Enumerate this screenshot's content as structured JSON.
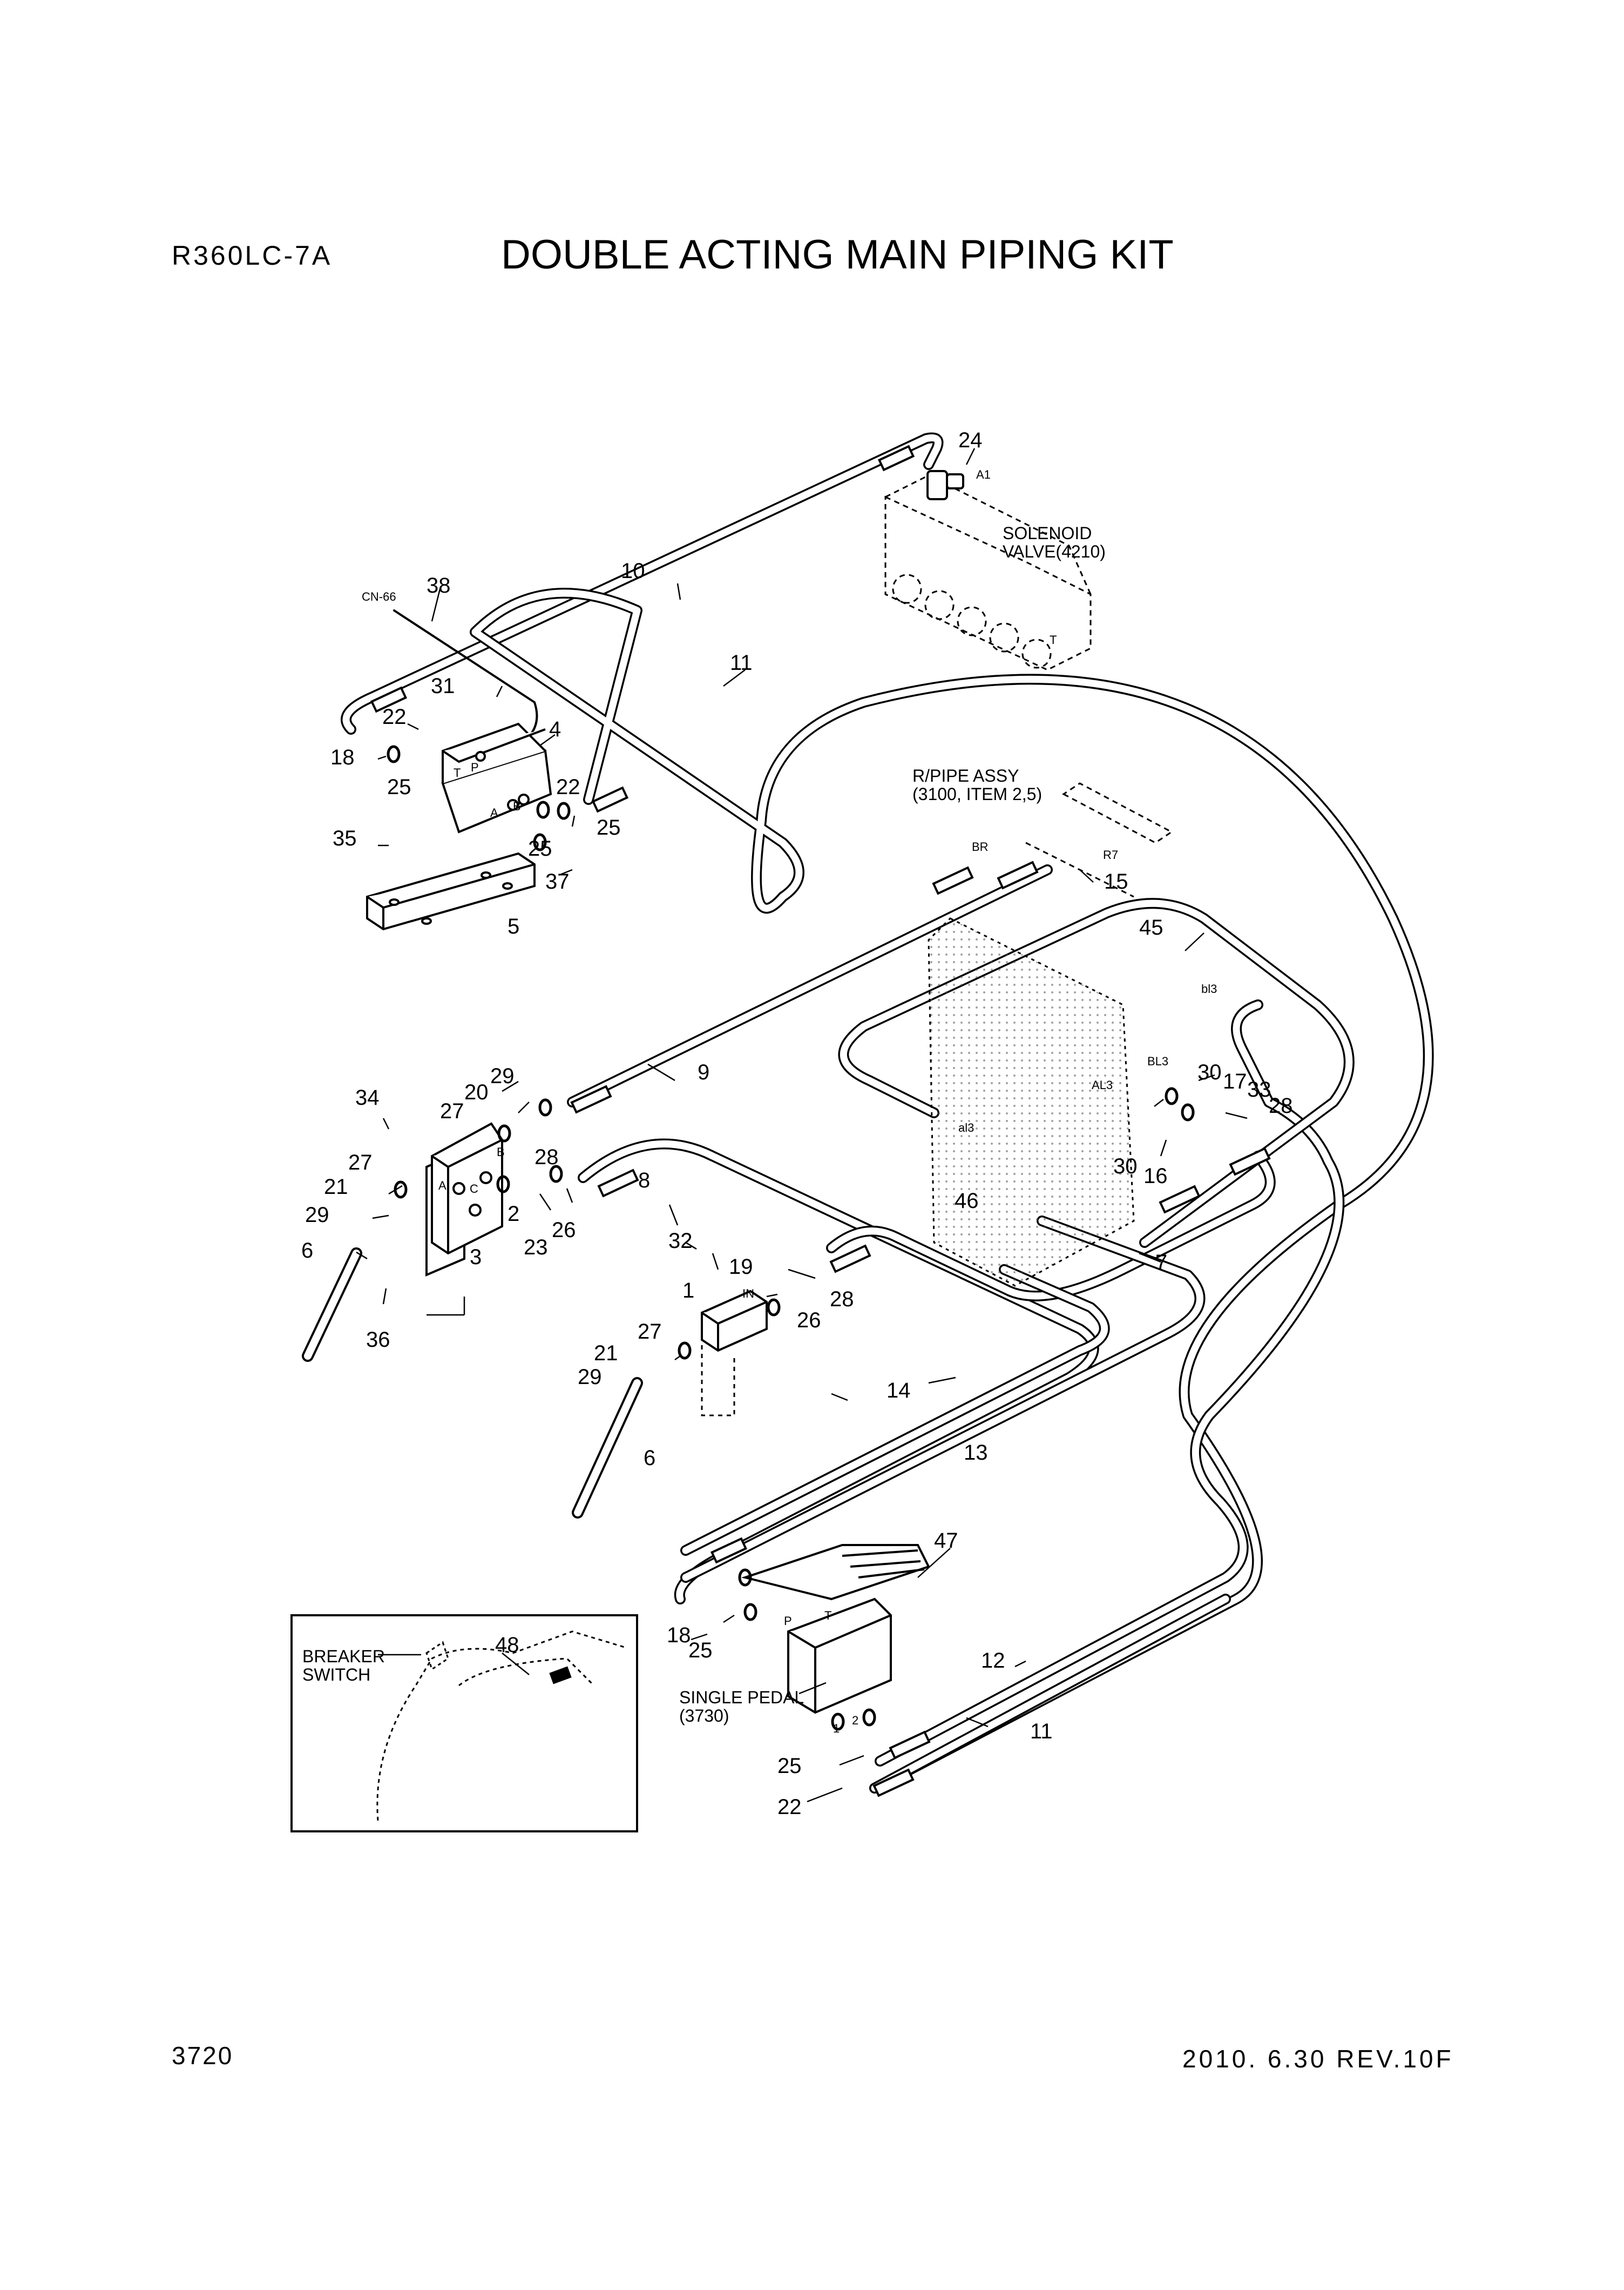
{
  "header": {
    "model": "R360LC-7A",
    "title": "DOUBLE ACTING MAIN PIPING KIT"
  },
  "footer": {
    "page_number": "3720",
    "revision": "2010. 6.30  REV.10F"
  },
  "labels": {
    "solenoid_valve": [
      "SOLENOID",
      "VALVE(4210)"
    ],
    "r_pipe_assy": [
      "R/PIPE ASSY",
      "(3100, ITEM 2,5)"
    ],
    "single_pedal": [
      "SINGLE PEDAL",
      "(3730)"
    ],
    "breaker_switch": [
      "BREAKER",
      "SWITCH"
    ],
    "cn66": "CN-66"
  },
  "port_marks": {
    "a1": "A1",
    "br": "BR",
    "r7": "R7",
    "bl3": "bl3",
    "bl3_upper": "BL3",
    "al3_upper": "AL3",
    "al3": "al3",
    "t": "T",
    "p": "P",
    "a": "A",
    "b": "B",
    "c": "C",
    "in": "IN",
    "one": "1",
    "two": "2"
  },
  "callouts": {
    "n1": "1",
    "n2": "2",
    "n3": "3",
    "n4": "4",
    "n5": "5",
    "n6": "6",
    "n7": "7",
    "n8": "8",
    "n9": "9",
    "n10": "10",
    "n11": "11",
    "n12": "12",
    "n13": "13",
    "n14": "14",
    "n15": "15",
    "n16": "16",
    "n17": "17",
    "n18": "18",
    "n19": "19",
    "n20": "20",
    "n21": "21",
    "n22": "22",
    "n23": "23",
    "n24": "24",
    "n25": "25",
    "n26": "26",
    "n27": "27",
    "n28": "28",
    "n29": "29",
    "n30": "30",
    "n31": "31",
    "n32": "32",
    "n33": "33",
    "n34": "34",
    "n35": "35",
    "n36": "36",
    "n37": "37",
    "n38": "38",
    "n45": "45",
    "n46": "46",
    "n47": "47",
    "n48": "48"
  }
}
